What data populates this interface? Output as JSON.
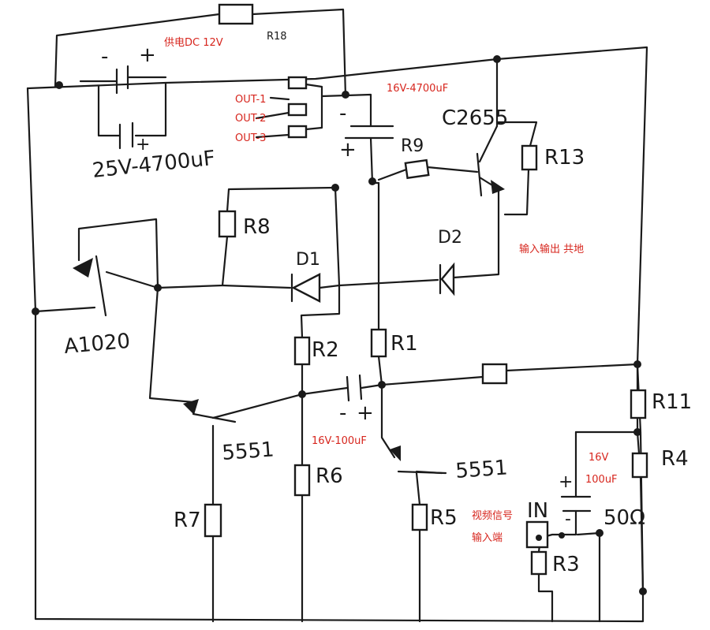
{
  "labels": {
    "r18": "R18",
    "supply": "供电DC 12V",
    "cap_top_rating": "16V-4700uF",
    "cap_left_rating": "25V-4700uF",
    "out1": "OUT-1",
    "out2": "OUT-2",
    "out3": "OUT-3",
    "q_c2655": "C2655",
    "r9": "R9",
    "r13": "R13",
    "r8": "R8",
    "d1": "D1",
    "d2": "D2",
    "common_ground": "输入输出 共地",
    "q_a1020": "A1020",
    "r2": "R2",
    "r1": "R1",
    "cap_mid_rating": "16V-100uF",
    "r11": "R11",
    "r4": "R4",
    "q_5551_left": "5551",
    "q_5551_right": "5551",
    "r7": "R7",
    "r6": "R6",
    "r5": "R5",
    "video_in_1": "视频信号",
    "video_in_2": "输入端",
    "in": "IN",
    "r3": "R3",
    "cap_right_v": "16V",
    "cap_right_c": "100uF",
    "ohm": "50Ω",
    "plus": "+",
    "minus": "-"
  }
}
